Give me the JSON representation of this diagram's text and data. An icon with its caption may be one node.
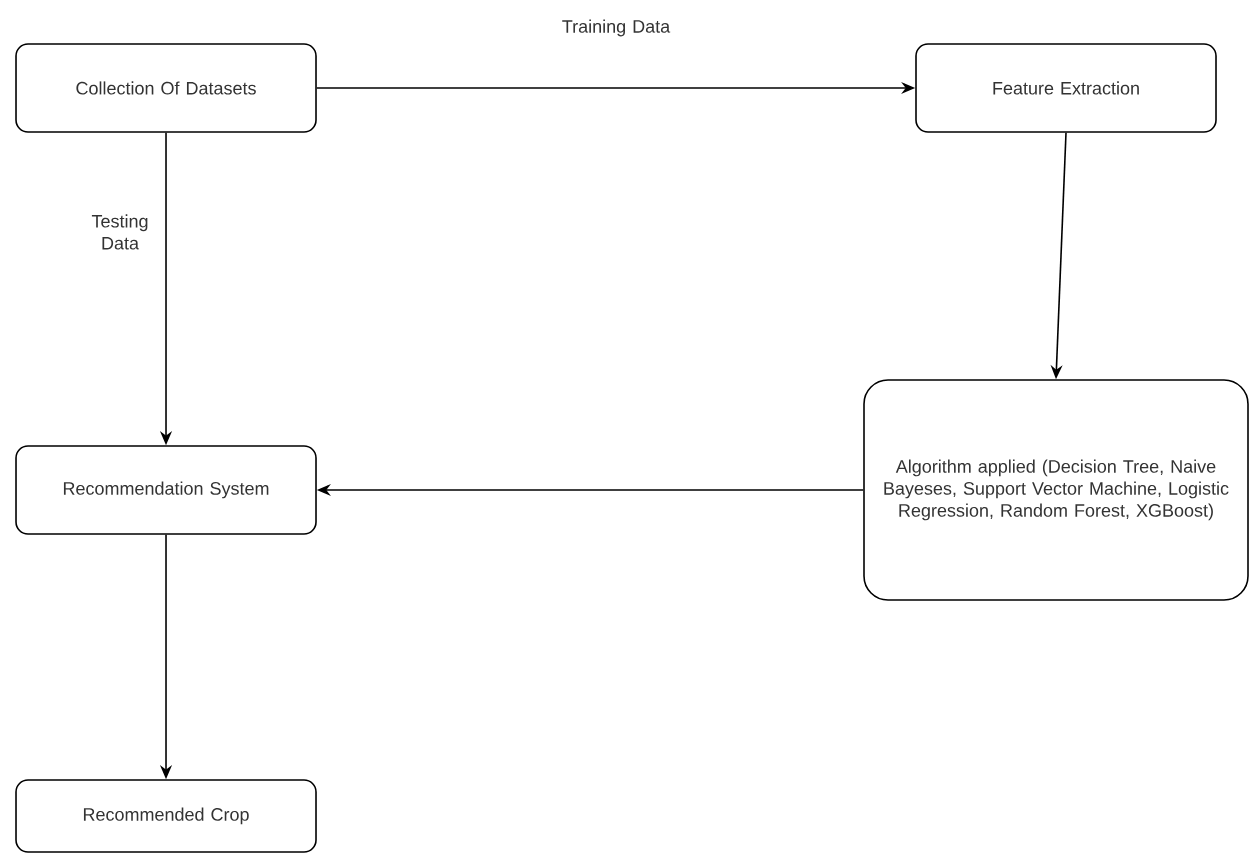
{
  "diagram": {
    "nodes": [
      {
        "text": [
          "Collection Of Datasets"
        ]
      },
      {
        "text": [
          "Feature Extraction"
        ]
      },
      {
        "text": [
          "Algorithm applied (Decision Tree, Naive Bayeses, Support Vector Machine, Logistic Regression, Random Forest, XGBoost)"
        ]
      },
      {
        "text": [
          "Recommendation System"
        ]
      },
      {
        "text": [
          "Recommended Crop"
        ]
      }
    ],
    "edges": [
      {
        "from": 0,
        "to": 1,
        "arrow": "to",
        "label": "Training Data"
      },
      {
        "from": 0,
        "to": 3,
        "arrow": "to",
        "label": "Testing Data"
      },
      {
        "from": 1,
        "to": 2,
        "arrow": "to"
      },
      {
        "from": 2,
        "to": 3,
        "arrow": "to"
      },
      {
        "from": 3,
        "to": 4,
        "arrow": "to"
      }
    ]
  }
}
